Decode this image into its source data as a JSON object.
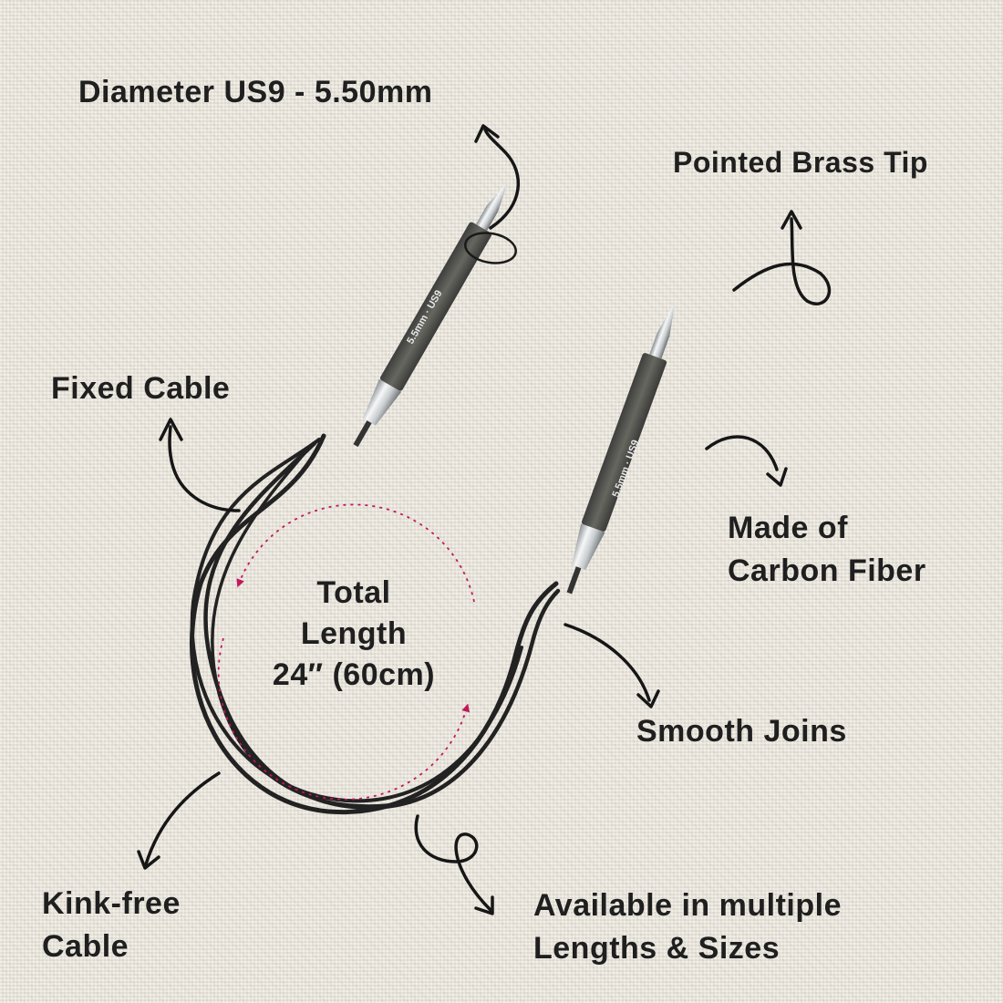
{
  "labels": {
    "diameter": "Diameter US9 - 5.50mm",
    "tip": "Pointed Brass Tip",
    "fixed_cable": "Fixed Cable",
    "carbon_line1": "Made of",
    "carbon_line2": "Carbon Fiber",
    "total_line1": "Total",
    "total_line2": "Length",
    "total_line3": "24″ (60cm)",
    "smooth": "Smooth Joins",
    "kink_line1": "Kink-free",
    "kink_line2": "Cable",
    "avail_line1": "Available in multiple",
    "avail_line2": "Lengths & Sizes"
  },
  "needle_marking": "5.5mm · US9",
  "colors": {
    "text": "#1f1f1f",
    "cable": "#222222",
    "needle_body": "#545552",
    "accent_arrow": "#c2185b"
  }
}
